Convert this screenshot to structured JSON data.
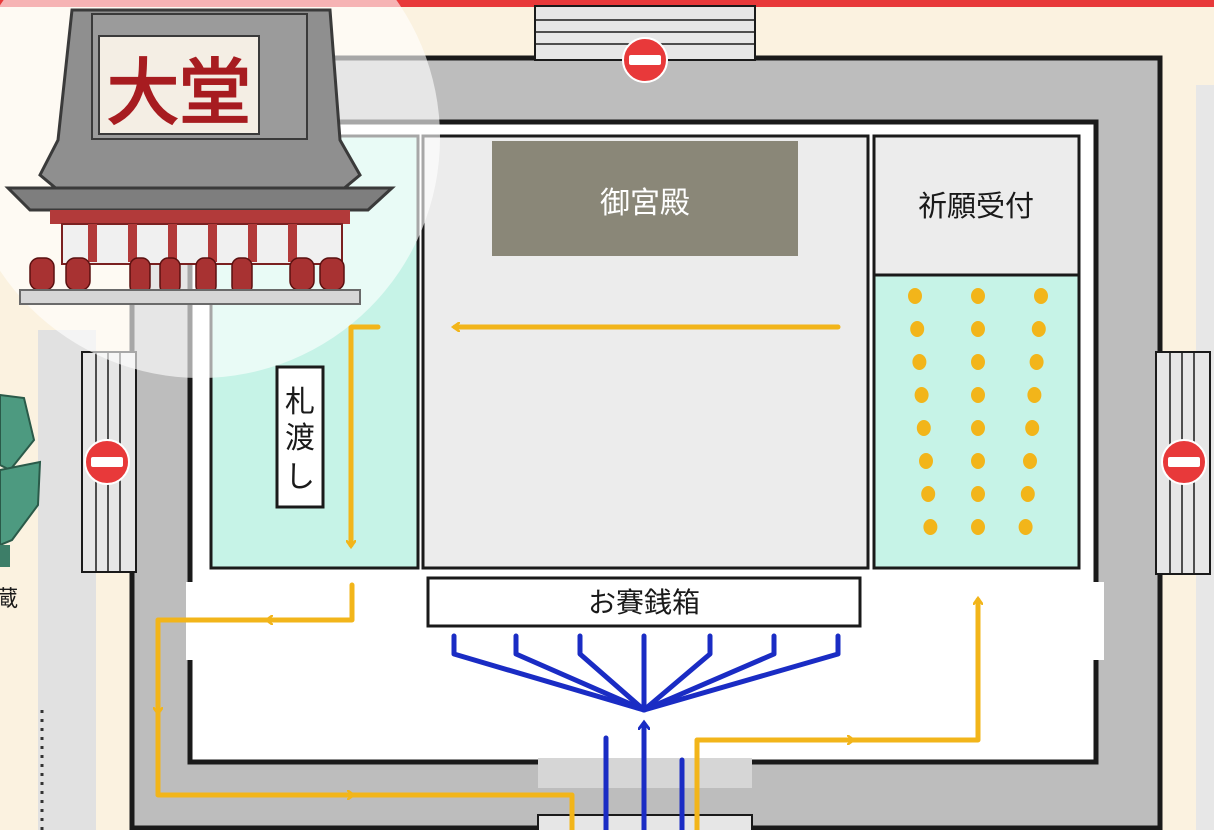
{
  "building_sign": "大堂",
  "areas": {
    "sanctuary": "御宮殿",
    "prayer_reception": "祈願受付",
    "charm_counter": [
      "札",
      "渡",
      "し"
    ],
    "offering_box": "お賽銭箱"
  },
  "edge_label": "蔵",
  "colors": {
    "accent_red": "#e8393a",
    "flow_yellow": "#f2b51a",
    "flow_blue": "#1a2cc4",
    "waiting_area": "#c6f3e7",
    "sanctuary_block": "#8a8778"
  },
  "entrances_closed": [
    "top",
    "left",
    "right"
  ]
}
